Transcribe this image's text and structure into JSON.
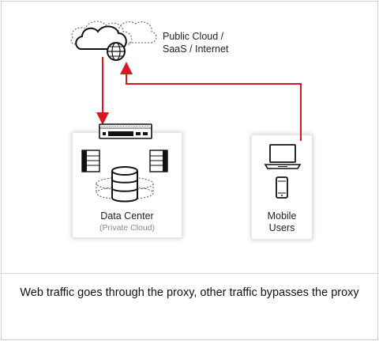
{
  "nodes": {
    "cloud": {
      "label_line1": "Public Cloud /",
      "label_line2": "SaaS / Internet"
    },
    "datacenter": {
      "title": "Data Center",
      "subtitle": "(Private Cloud)"
    },
    "mobile": {
      "title_line1": "Mobile",
      "title_line2": "Users"
    }
  },
  "caption": "Web traffic goes through the proxy, other traffic bypasses the proxy",
  "colors": {
    "traffic_line": "#d7191f",
    "icon_stroke": "#111111",
    "box_border": "#e6e6e6",
    "divider": "#d6d6d6"
  },
  "icons": [
    "cloud-icon",
    "globe-icon",
    "proxy-appliance-icon",
    "server-rack-icon",
    "database-icon",
    "laptop-icon",
    "smartphone-icon"
  ]
}
